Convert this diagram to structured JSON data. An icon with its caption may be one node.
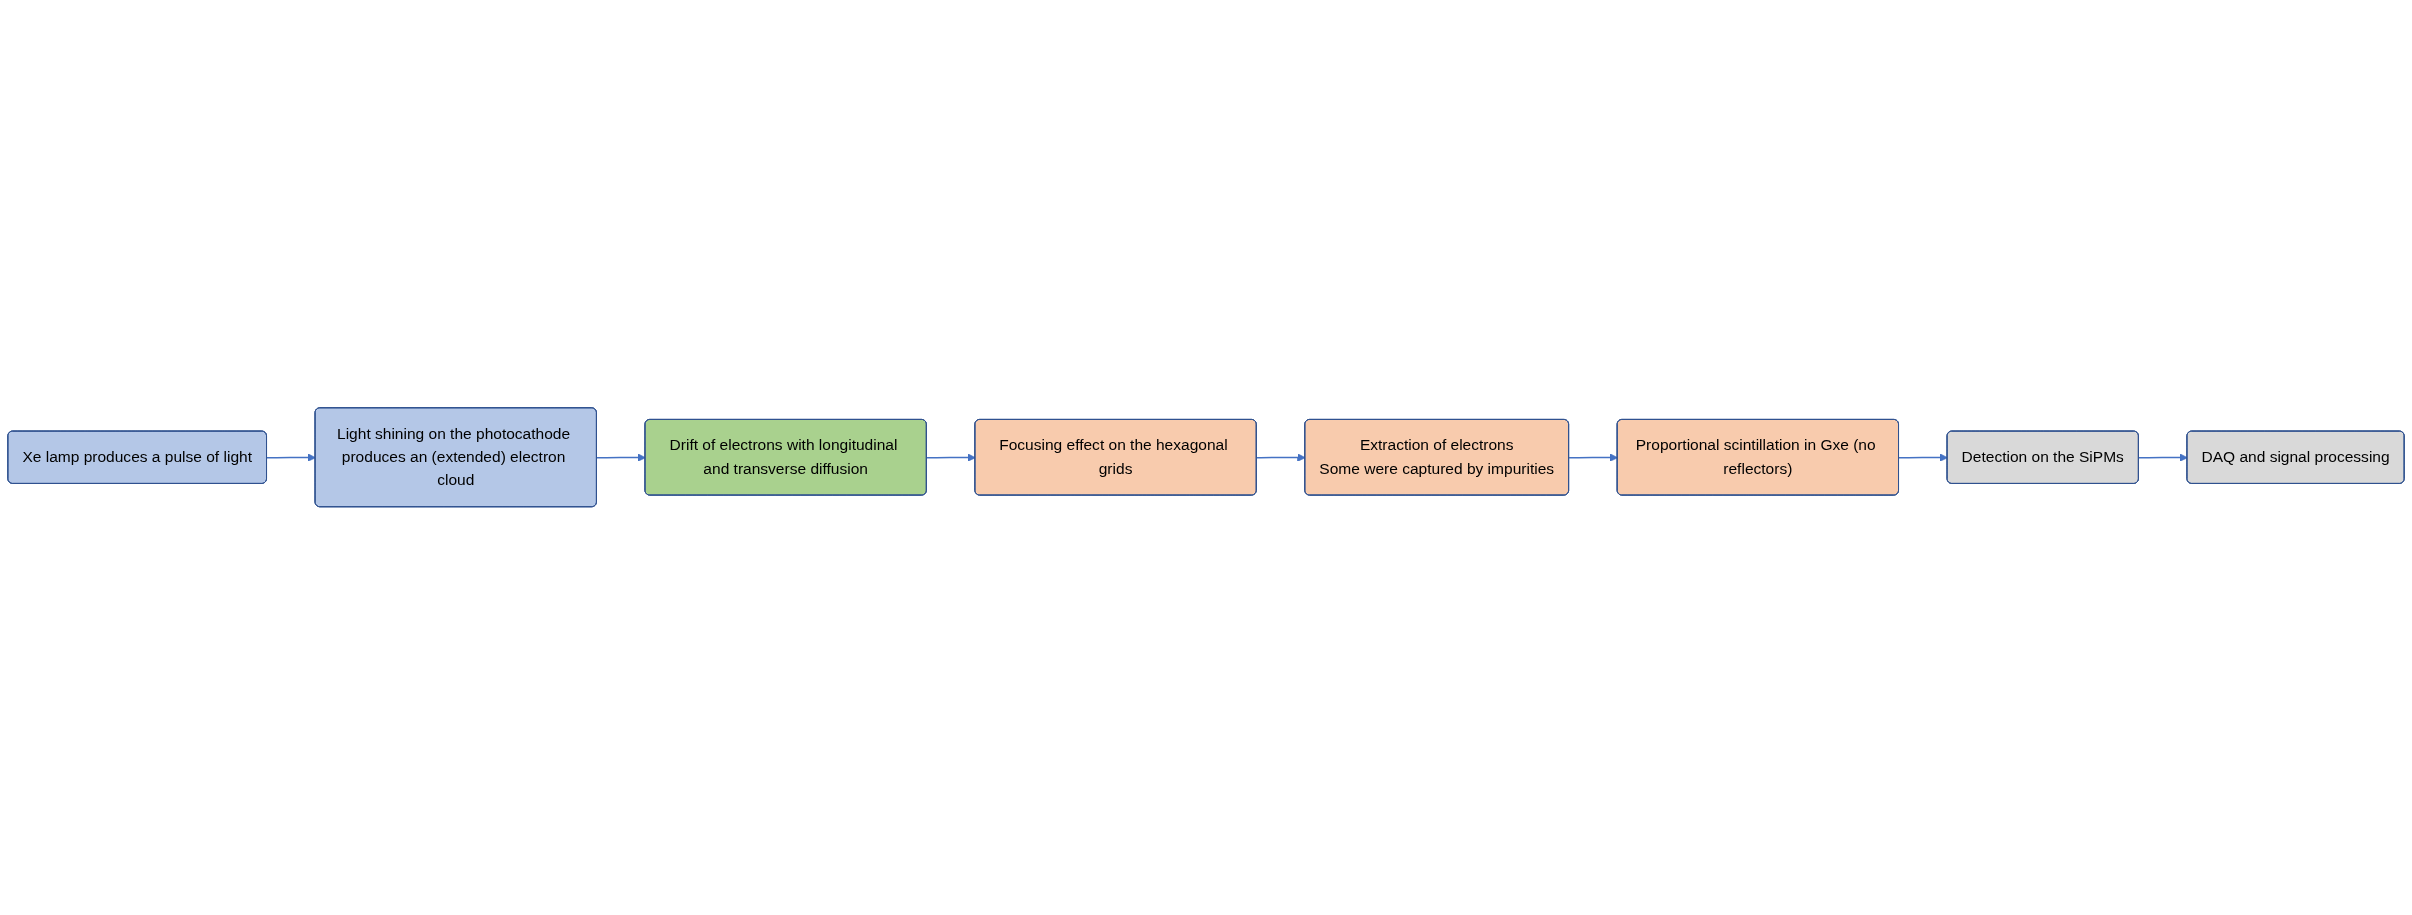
{
  "diagram": {
    "nodes": [
      {
        "text": [
          "Xe lamp produces a pulse of light"
        ]
      },
      {
        "text": [
          "Light shining on the photocathode produces an (extended) electron cloud"
        ]
      },
      {
        "text": [
          "Drift of electrons with longitudinal and transverse diffusion"
        ]
      },
      {
        "text": [
          "Focusing effect on the hexagonal grids"
        ]
      },
      {
        "text": [
          "Extraction of electrons",
          "Some were captured by impurities"
        ]
      },
      {
        "text": [
          "Proportional scintillation in Gxe (no reflectors)"
        ]
      },
      {
        "text": [
          "Detection on the SiPMs"
        ]
      },
      {
        "text": [
          "DAQ and signal processing"
        ]
      }
    ],
    "edges": [
      {
        "from": 0,
        "to": 1,
        "arrow": "to"
      },
      {
        "from": 1,
        "to": 2,
        "arrow": "to"
      },
      {
        "from": 2,
        "to": 3,
        "arrow": "to"
      },
      {
        "from": 3,
        "to": 4,
        "arrow": "to"
      },
      {
        "from": 4,
        "to": 5,
        "arrow": "to"
      },
      {
        "from": 5,
        "to": 6,
        "arrow": "to"
      },
      {
        "from": 6,
        "to": 7,
        "arrow": "to"
      }
    ]
  }
}
